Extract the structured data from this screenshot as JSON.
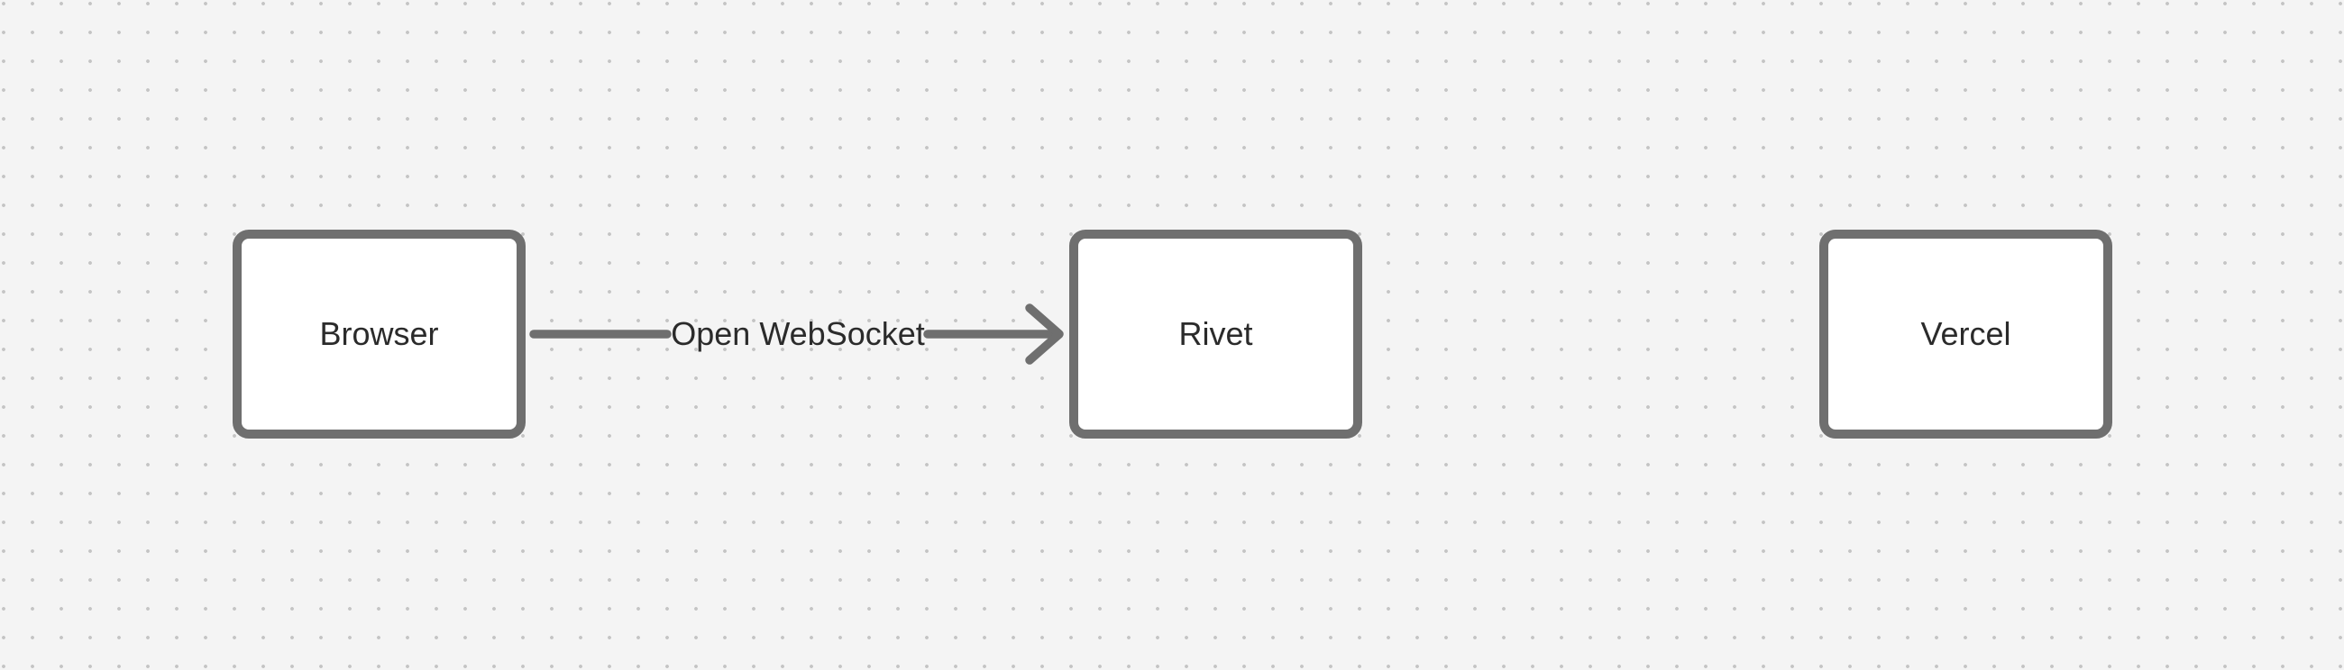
{
  "canvas": {
    "background_color": "#f4f4f4",
    "dot_color": "#c4c4c4",
    "shape_stroke_color": "#6f6f6f",
    "shape_fill_color": "#ffffff",
    "text_color": "#2b2b2b"
  },
  "diagram": {
    "nodes": [
      {
        "id": "browser",
        "label": "Browser"
      },
      {
        "id": "rivet",
        "label": "Rivet"
      },
      {
        "id": "vercel",
        "label": "Vercel"
      }
    ],
    "edges": [
      {
        "from": "browser",
        "to": "rivet",
        "label": "Open WebSocket",
        "arrowhead": "chevron-right-icon"
      }
    ]
  }
}
